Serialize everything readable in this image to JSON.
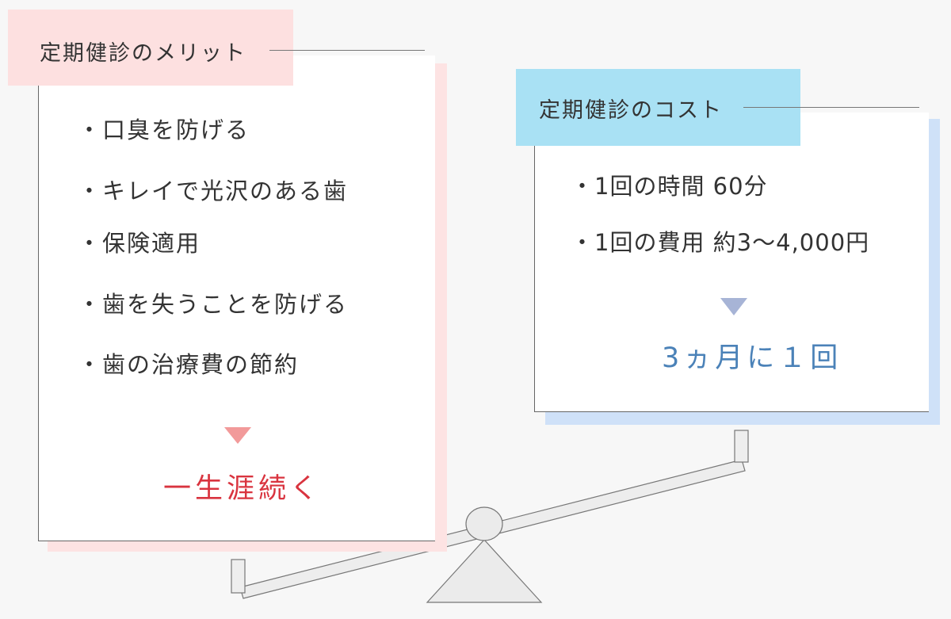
{
  "merits": {
    "title": "定期健診のメリット",
    "items": [
      "・口臭を防げる",
      "・キレイで光沢のある歯",
      "・保険適用",
      "・歯を失うことを防げる",
      "・歯の治療費の節約"
    ],
    "result": "一生涯続く"
  },
  "cost": {
    "title": "定期健診のコスト",
    "items": [
      "・1回の時間 60分",
      "・1回の費用 約3〜4,000円"
    ],
    "result": "3ヵ月に１回"
  },
  "colors": {
    "merit_accent": "#d9343f",
    "merit_label_bg": "#fde0e0",
    "cost_accent": "#4b82b8",
    "cost_label_bg": "#a9e1f4",
    "cost_shadow": "#cfe1f8"
  }
}
